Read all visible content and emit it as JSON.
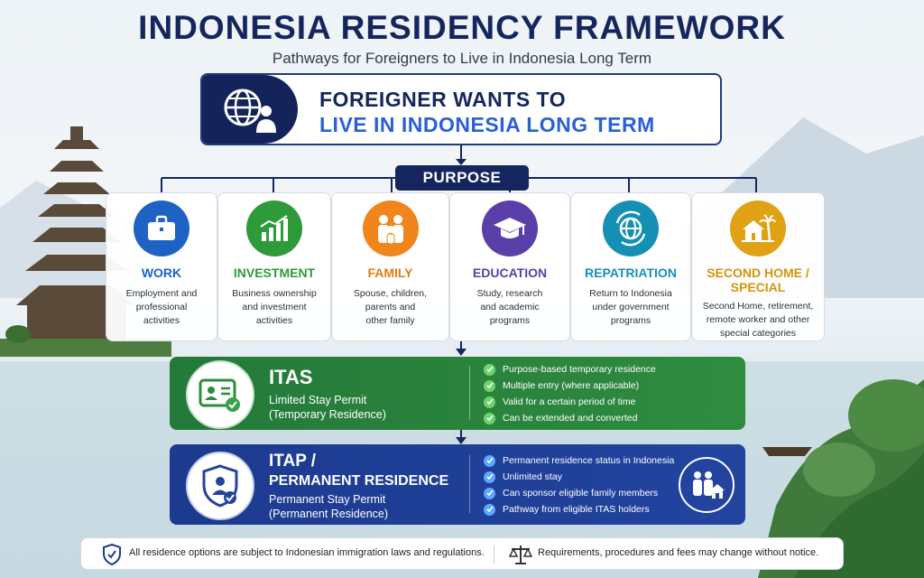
{
  "title": "INDONESIA RESIDENCY FRAMEWORK",
  "subtitle": "Pathways for Foreigners to Live in Indonesia Long Term",
  "top_box": {
    "line1": "FOREIGNER WANTS TO",
    "line2": "LIVE IN INDONESIA LONG TERM",
    "icon": "globe-person-icon"
  },
  "purpose_label": "PURPOSE",
  "cards": [
    {
      "title": "WORK",
      "desc": [
        "Employment and",
        "professional",
        "activities"
      ],
      "color": "#1e63c4",
      "icon": "briefcase-icon"
    },
    {
      "title": "INVESTMENT",
      "desc": [
        "Business ownership",
        "and investment",
        "activities"
      ],
      "color": "#2e9a3a",
      "icon": "growth-chart-icon"
    },
    {
      "title": "FAMILY",
      "desc": [
        "Spouse, children,",
        "parents and",
        "other family"
      ],
      "color": "#f0851b",
      "icon": "family-icon"
    },
    {
      "title": "EDUCATION",
      "desc": [
        "Study, research",
        "and academic",
        "programs"
      ],
      "color": "#5a3fa8",
      "icon": "graduation-cap-icon"
    },
    {
      "title": "REPATRIATION",
      "desc": [
        "Return to Indonesia",
        "under government",
        "programs"
      ],
      "color": "#1590b5",
      "icon": "globe-arrows-icon"
    },
    {
      "title": "SECOND HOME / SPECIAL",
      "desc": [
        "Second Home, retirement,",
        "remote worker and other",
        "special categories"
      ],
      "color": "#e0a214",
      "icon": "house-palm-icon"
    }
  ],
  "itas": {
    "title": "ITAS",
    "subtitle": [
      "Limited Stay Permit",
      "(Temporary Residence)"
    ],
    "bullets": [
      "Purpose-based temporary residence",
      "Multiple entry (where applicable)",
      "Valid for a certain period of time",
      "Can be extended and converted"
    ],
    "icon": "id-card-check-icon"
  },
  "itap": {
    "title_line1": "ITAP /",
    "title_line2": "PERMANENT RESIDENCE",
    "subtitle": [
      "Permanent Stay Permit",
      "(Permanent Residence)"
    ],
    "bullets": [
      "Permanent residence status in Indonesia",
      "Unlimited stay",
      "Can sponsor eligible family members",
      "Pathway from eligible ITAS holders"
    ],
    "icon": "shield-person-check-icon",
    "side_icon": "family-home-icon"
  },
  "footer": {
    "left": "All residence options are subject to Indonesian immigration laws and regulations.",
    "right": "Requirements, procedures and fees may change without notice.",
    "left_icon": "shield-check-icon",
    "right_icon": "scales-icon"
  },
  "colors": {
    "navy": "#15265e",
    "accent_blue": "#2a5fd6",
    "itas_green": "#2f8c3f",
    "itap_blue": "#22449f"
  }
}
